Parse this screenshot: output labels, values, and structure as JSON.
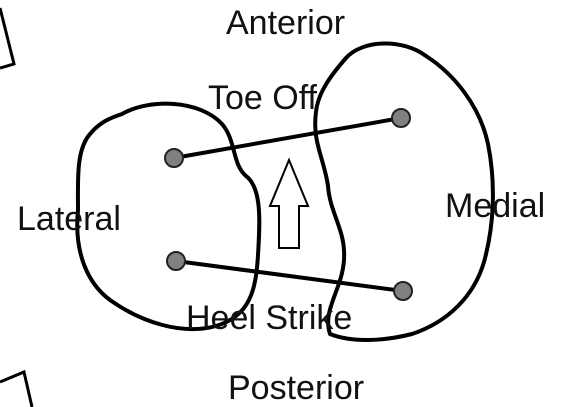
{
  "labels": {
    "anterior": "Anterior",
    "toe_off": "Toe Off",
    "lateral": "Lateral",
    "medial": "Medial",
    "heel_strike": "Heel Strike",
    "posterior": "Posterior"
  },
  "colors": {
    "stroke": "#000000",
    "marker_fill": "#808080",
    "arrow_fill": "#ffffff",
    "text": "#111111"
  }
}
